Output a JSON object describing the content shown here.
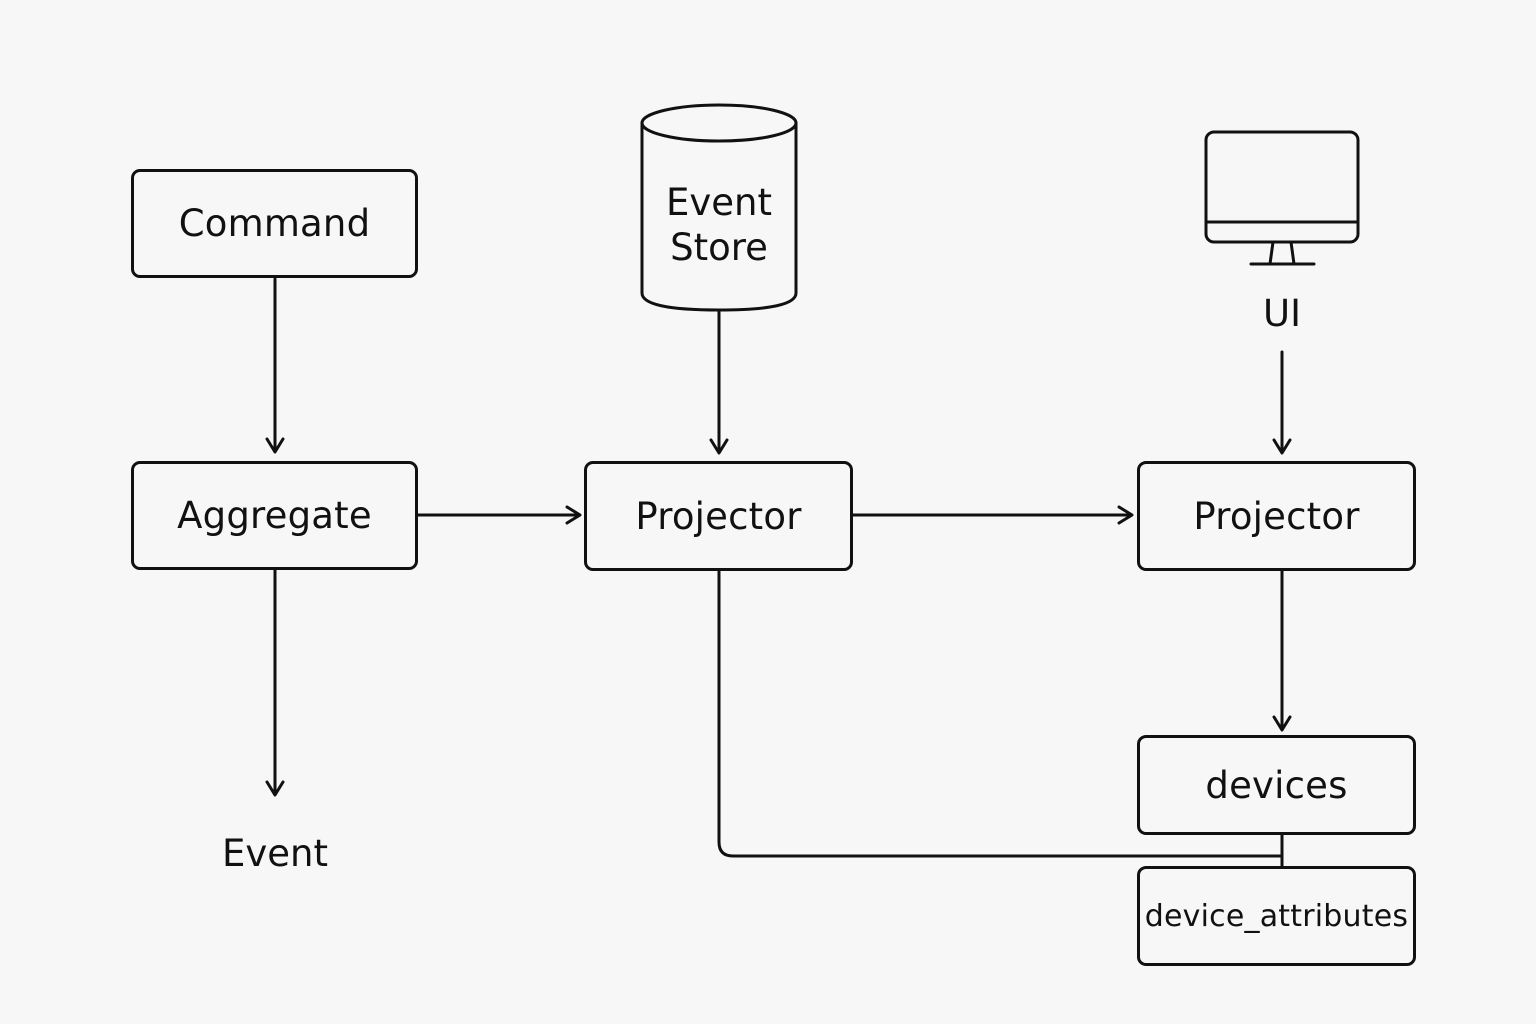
{
  "nodes": {
    "command": "Command",
    "aggregate": "Aggregate",
    "event": "Event",
    "event_store": [
      "Event",
      "Store"
    ],
    "projector_left": "Projector",
    "ui": "UI",
    "projector_right": "Projector",
    "devices": "devices",
    "device_attributes": "device_attributes"
  },
  "icons": {
    "database": "cylinder-database-icon",
    "ui": "monitor-icon",
    "arrows": "arrow-icon"
  },
  "colors": {
    "background": "#f7f7f7",
    "stroke": "#111111"
  }
}
